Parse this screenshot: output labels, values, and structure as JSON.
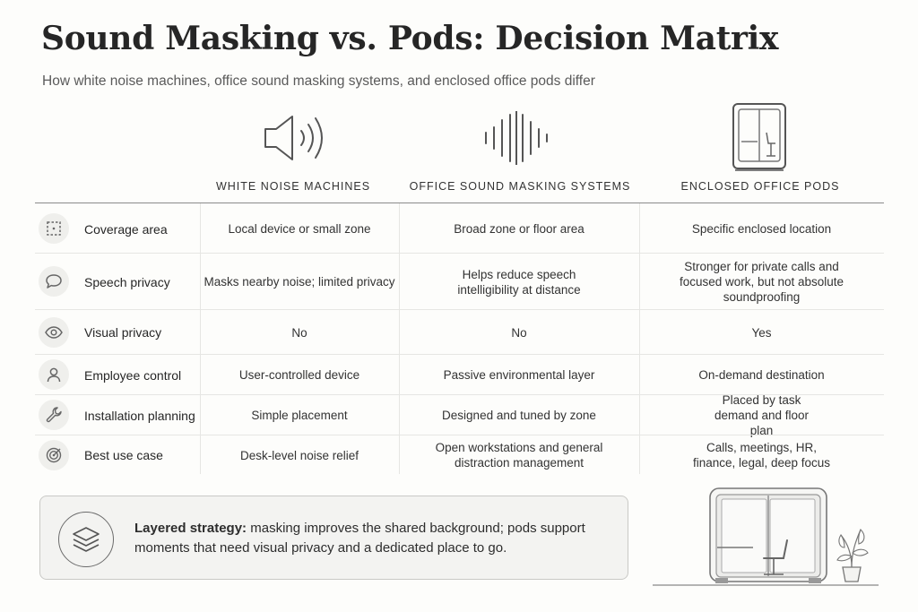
{
  "title": "Sound Masking vs. Pods: Decision Matrix",
  "subtitle": "How white noise machines, office sound masking systems, and enclosed office pods differ",
  "columns": [
    {
      "label": "WHITE NOISE MACHINES",
      "icon": "speaker-icon"
    },
    {
      "label": "OFFICE SOUND MASKING SYSTEMS",
      "icon": "sound-wave-icon"
    },
    {
      "label": "ENCLOSED OFFICE PODS",
      "icon": "office-pod-icon"
    }
  ],
  "rows": [
    {
      "label": "Coverage area",
      "icon": "area-select-icon",
      "cells": [
        "Local device or small zone",
        "Broad zone or floor area",
        "Specific enclosed location"
      ]
    },
    {
      "label": "Speech privacy",
      "icon": "speech-bubble-icon",
      "cells": [
        "Masks nearby noise; limited privacy",
        "Helps reduce speech intelligibility at distance",
        "Stronger for private calls and focused work, but not absolute soundproofing"
      ]
    },
    {
      "label": "Visual privacy",
      "icon": "eye-icon",
      "cells": [
        "No",
        "No",
        "Yes"
      ]
    },
    {
      "label": "Employee control",
      "icon": "person-icon",
      "cells": [
        "User-controlled device",
        "Passive environmental layer",
        "On-demand destination"
      ]
    },
    {
      "label": "Installation planning",
      "icon": "wrench-icon",
      "cells": [
        "Simple placement",
        "Designed and tuned by zone",
        "Placed by task demand and floor plan"
      ]
    },
    {
      "label": "Best use case",
      "icon": "target-icon",
      "cells": [
        "Desk-level noise relief",
        "Open workstations and general distraction management",
        "Calls, meetings, HR, finance, legal, deep focus"
      ]
    }
  ],
  "callout": {
    "lead": "Layered strategy:",
    "text": "masking improves the shared background; pods support moments that need visual privacy and a dedicated place to go.",
    "icon": "layers-icon"
  },
  "colors": {
    "text": "#2b2b2b",
    "muted": "#5a5a5a",
    "rule": "#e6e6e3",
    "icon_bg": "#efefec"
  }
}
